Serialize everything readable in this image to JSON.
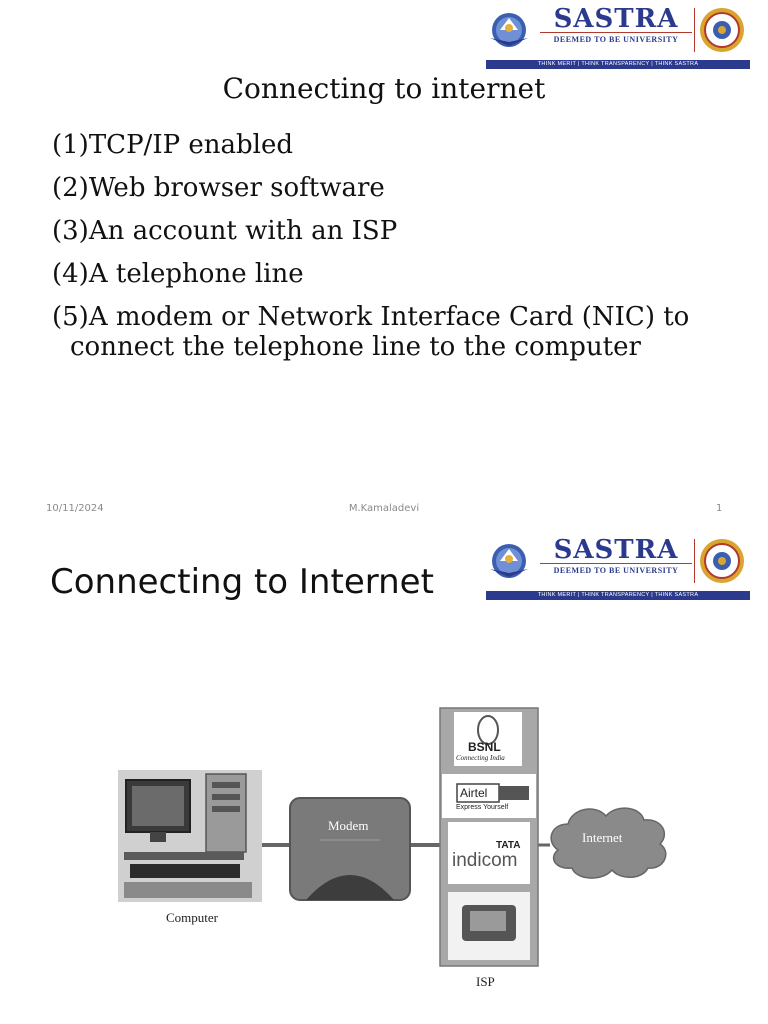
{
  "slide1": {
    "logo": {
      "name": "SASTRA",
      "subtitle": "DEEMED TO BE UNIVERSITY",
      "tagline": "THINK MERIT | THINK TRANSPARENCY | THINK SASTRA"
    },
    "title": "Connecting to internet",
    "items": [
      "(1)TCP/IP enabled",
      "(2)Web browser software",
      "(3)An account with an ISP",
      "(4)A telephone line",
      "(5)A modem or Network Interface Card (NIC) to"
    ],
    "item5_continuation": "connect the  telephone line to the computer",
    "footer": {
      "date": "10/11/2024",
      "author": "M.Kamaladevi",
      "page": "1"
    }
  },
  "slide2": {
    "logo": {
      "name": "SASTRA",
      "subtitle": "DEEMED TO BE UNIVERSITY",
      "tagline": "THINK MERIT | THINK TRANSPARENCY | THINK SASTRA"
    },
    "title": "Connecting to Internet",
    "diagram": {
      "computer_label": "Computer",
      "modem_label": "Modem",
      "isp_label": "ISP",
      "internet_label": "Internet",
      "isp_providers": {
        "bsnl": "BSNL",
        "bsnl_tagline": "Connecting India",
        "airtel": "Airtel",
        "airtel_tagline": "Express Yourself",
        "tata": "TATA",
        "indicom": "indicom"
      }
    }
  },
  "colors": {
    "brand_blue": "#2b3a8c",
    "brand_red": "#b23a2a",
    "footer_gray": "#8a8a8a"
  }
}
